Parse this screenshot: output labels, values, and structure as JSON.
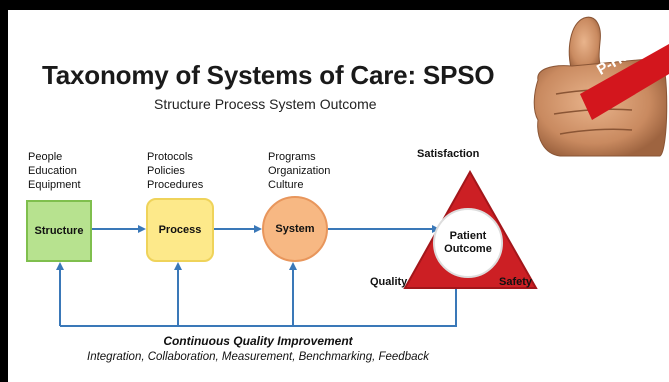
{
  "title": "Taxonomy of Systems of Care: SPSO",
  "subtitle": "Structure Process System Outcome",
  "badge": {
    "text": "P-Health",
    "icon": "thumbs-up-icon"
  },
  "columns": [
    {
      "lines": [
        "People",
        "Education",
        "Equipment"
      ],
      "node": "Structure"
    },
    {
      "lines": [
        "Protocols",
        "Policies",
        "Procedures"
      ],
      "node": "Process"
    },
    {
      "lines": [
        "Programs",
        "Organization",
        "Culture"
      ],
      "node": "System"
    }
  ],
  "outcome": {
    "top": "Satisfaction",
    "center_line1": "Patient",
    "center_line2": "Outcome",
    "left": "Quality",
    "right": "Safety"
  },
  "cqi": {
    "title": "Continuous Quality Improvement",
    "subtitle": "Integration, Collaboration, Measurement, Benchmarking, Feedback"
  },
  "colors": {
    "arrow": "#3a78b8",
    "triangle": "#cc1f24",
    "structure": "#b7e28f",
    "process": "#fde98a",
    "system": "#f7b883"
  }
}
